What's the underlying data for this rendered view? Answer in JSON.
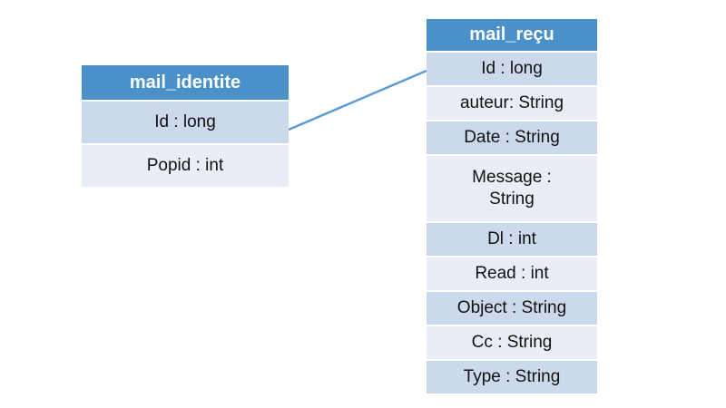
{
  "colors": {
    "header_bg": "#4a90c9",
    "header_text": "#ffffff",
    "row_alt1_bg": "#ccd9ec",
    "row_alt2_bg": "#e9eef6",
    "row_text": "#111111",
    "connector": "#5b9bd5"
  },
  "left_table": {
    "title": "mail_identite",
    "rows": [
      "Id : long",
      "Popid : int"
    ]
  },
  "right_table": {
    "title": "mail_reçu",
    "rows": [
      "Id : long",
      "auteur: String",
      "Date : String",
      "Message : String",
      "Dl : int",
      "Read : int",
      "Object : String",
      "Cc : String",
      "Type : String"
    ]
  },
  "connector": {
    "relation": "mail_identite.Id — mail_reçu.Id"
  }
}
